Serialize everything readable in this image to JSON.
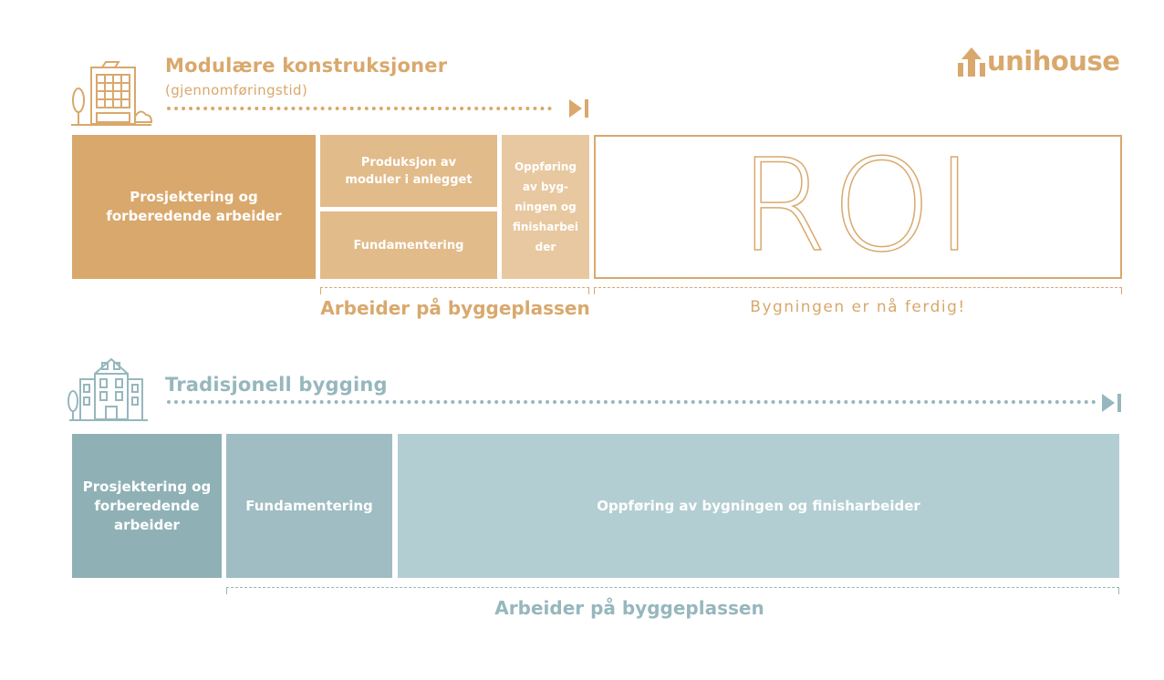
{
  "brand": {
    "name": "unihouse"
  },
  "colors": {
    "modular_accent": "#d9a86c",
    "modular_block_1": "#d9a86c",
    "modular_block_2": "#e2bb8a",
    "modular_block_3": "#e8c8a0",
    "traditional_accent": "#96b7bd",
    "traditional_block_1": "#8fb1b6",
    "traditional_block_2": "#9fbdc2",
    "traditional_block_3": "#b3ced2"
  },
  "modular": {
    "icon": "modular-building-icon",
    "title": "Modulære konstruksjoner",
    "subtitle": "(gjennomføringstid)",
    "blocks": {
      "planning": "Prosjektering og forberedende arbeider",
      "production": "Produksjon av moduler i anlegget",
      "foundation": "Fundamentering",
      "erection": "Oppføring av byg-ningen og finisharbei der"
    },
    "erection_lines": [
      "Oppføring",
      "av byg-",
      "ningen og",
      "finisharbei",
      "der"
    ],
    "roi": "ROI",
    "site_label": "Arbeider på byggeplassen",
    "finished_label": "Bygningen er nå ferdig!"
  },
  "traditional": {
    "icon": "traditional-building-icon",
    "title": "Tradisjonell bygging",
    "blocks": {
      "planning": "Prosjektering og forberedende arbeider",
      "foundation": "Fundamentering",
      "erection": "Oppføring av bygningen og finisharbeider"
    },
    "site_label": "Arbeider på byggeplassen"
  }
}
